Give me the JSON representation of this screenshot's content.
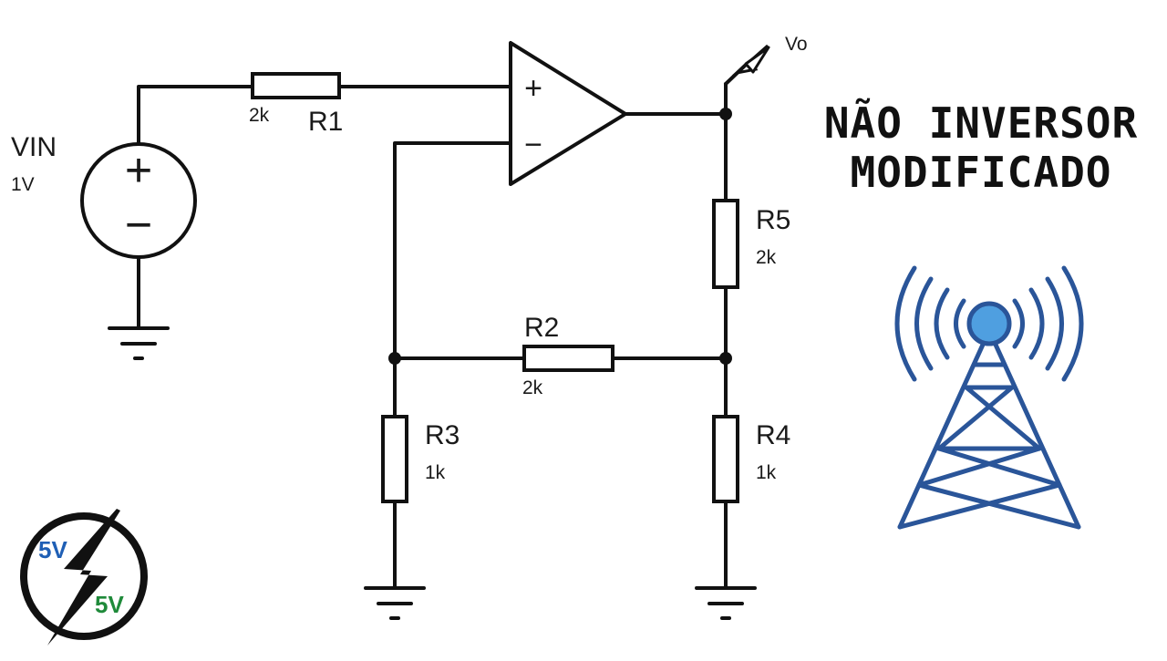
{
  "title": {
    "line1": "NÃO INVERSOR",
    "line2": "MODIFICADO"
  },
  "source": {
    "name": "VIN",
    "value": "1V",
    "plus": "+",
    "minus": "−"
  },
  "opamp": {
    "plus": "+",
    "minus": "−"
  },
  "output": {
    "label": "Vo"
  },
  "resistors": {
    "r1": {
      "name": "R1",
      "value": "2k"
    },
    "r2": {
      "name": "R2",
      "value": "2k"
    },
    "r3": {
      "name": "R3",
      "value": "1k"
    },
    "r4": {
      "name": "R4",
      "value": "1k"
    },
    "r5": {
      "name": "R5",
      "value": "2k"
    }
  },
  "logo": {
    "top": "5V",
    "bottom": "5V"
  },
  "colors": {
    "wire": "#111111",
    "antenna": "#2a5599",
    "antenna_fill": "#4f9fe0",
    "logo_blue": "#1f5fb5",
    "logo_green": "#1f8a3a"
  },
  "icons": {
    "antenna": "radio-tower-icon",
    "logo": "lightning-bolt-icon"
  }
}
